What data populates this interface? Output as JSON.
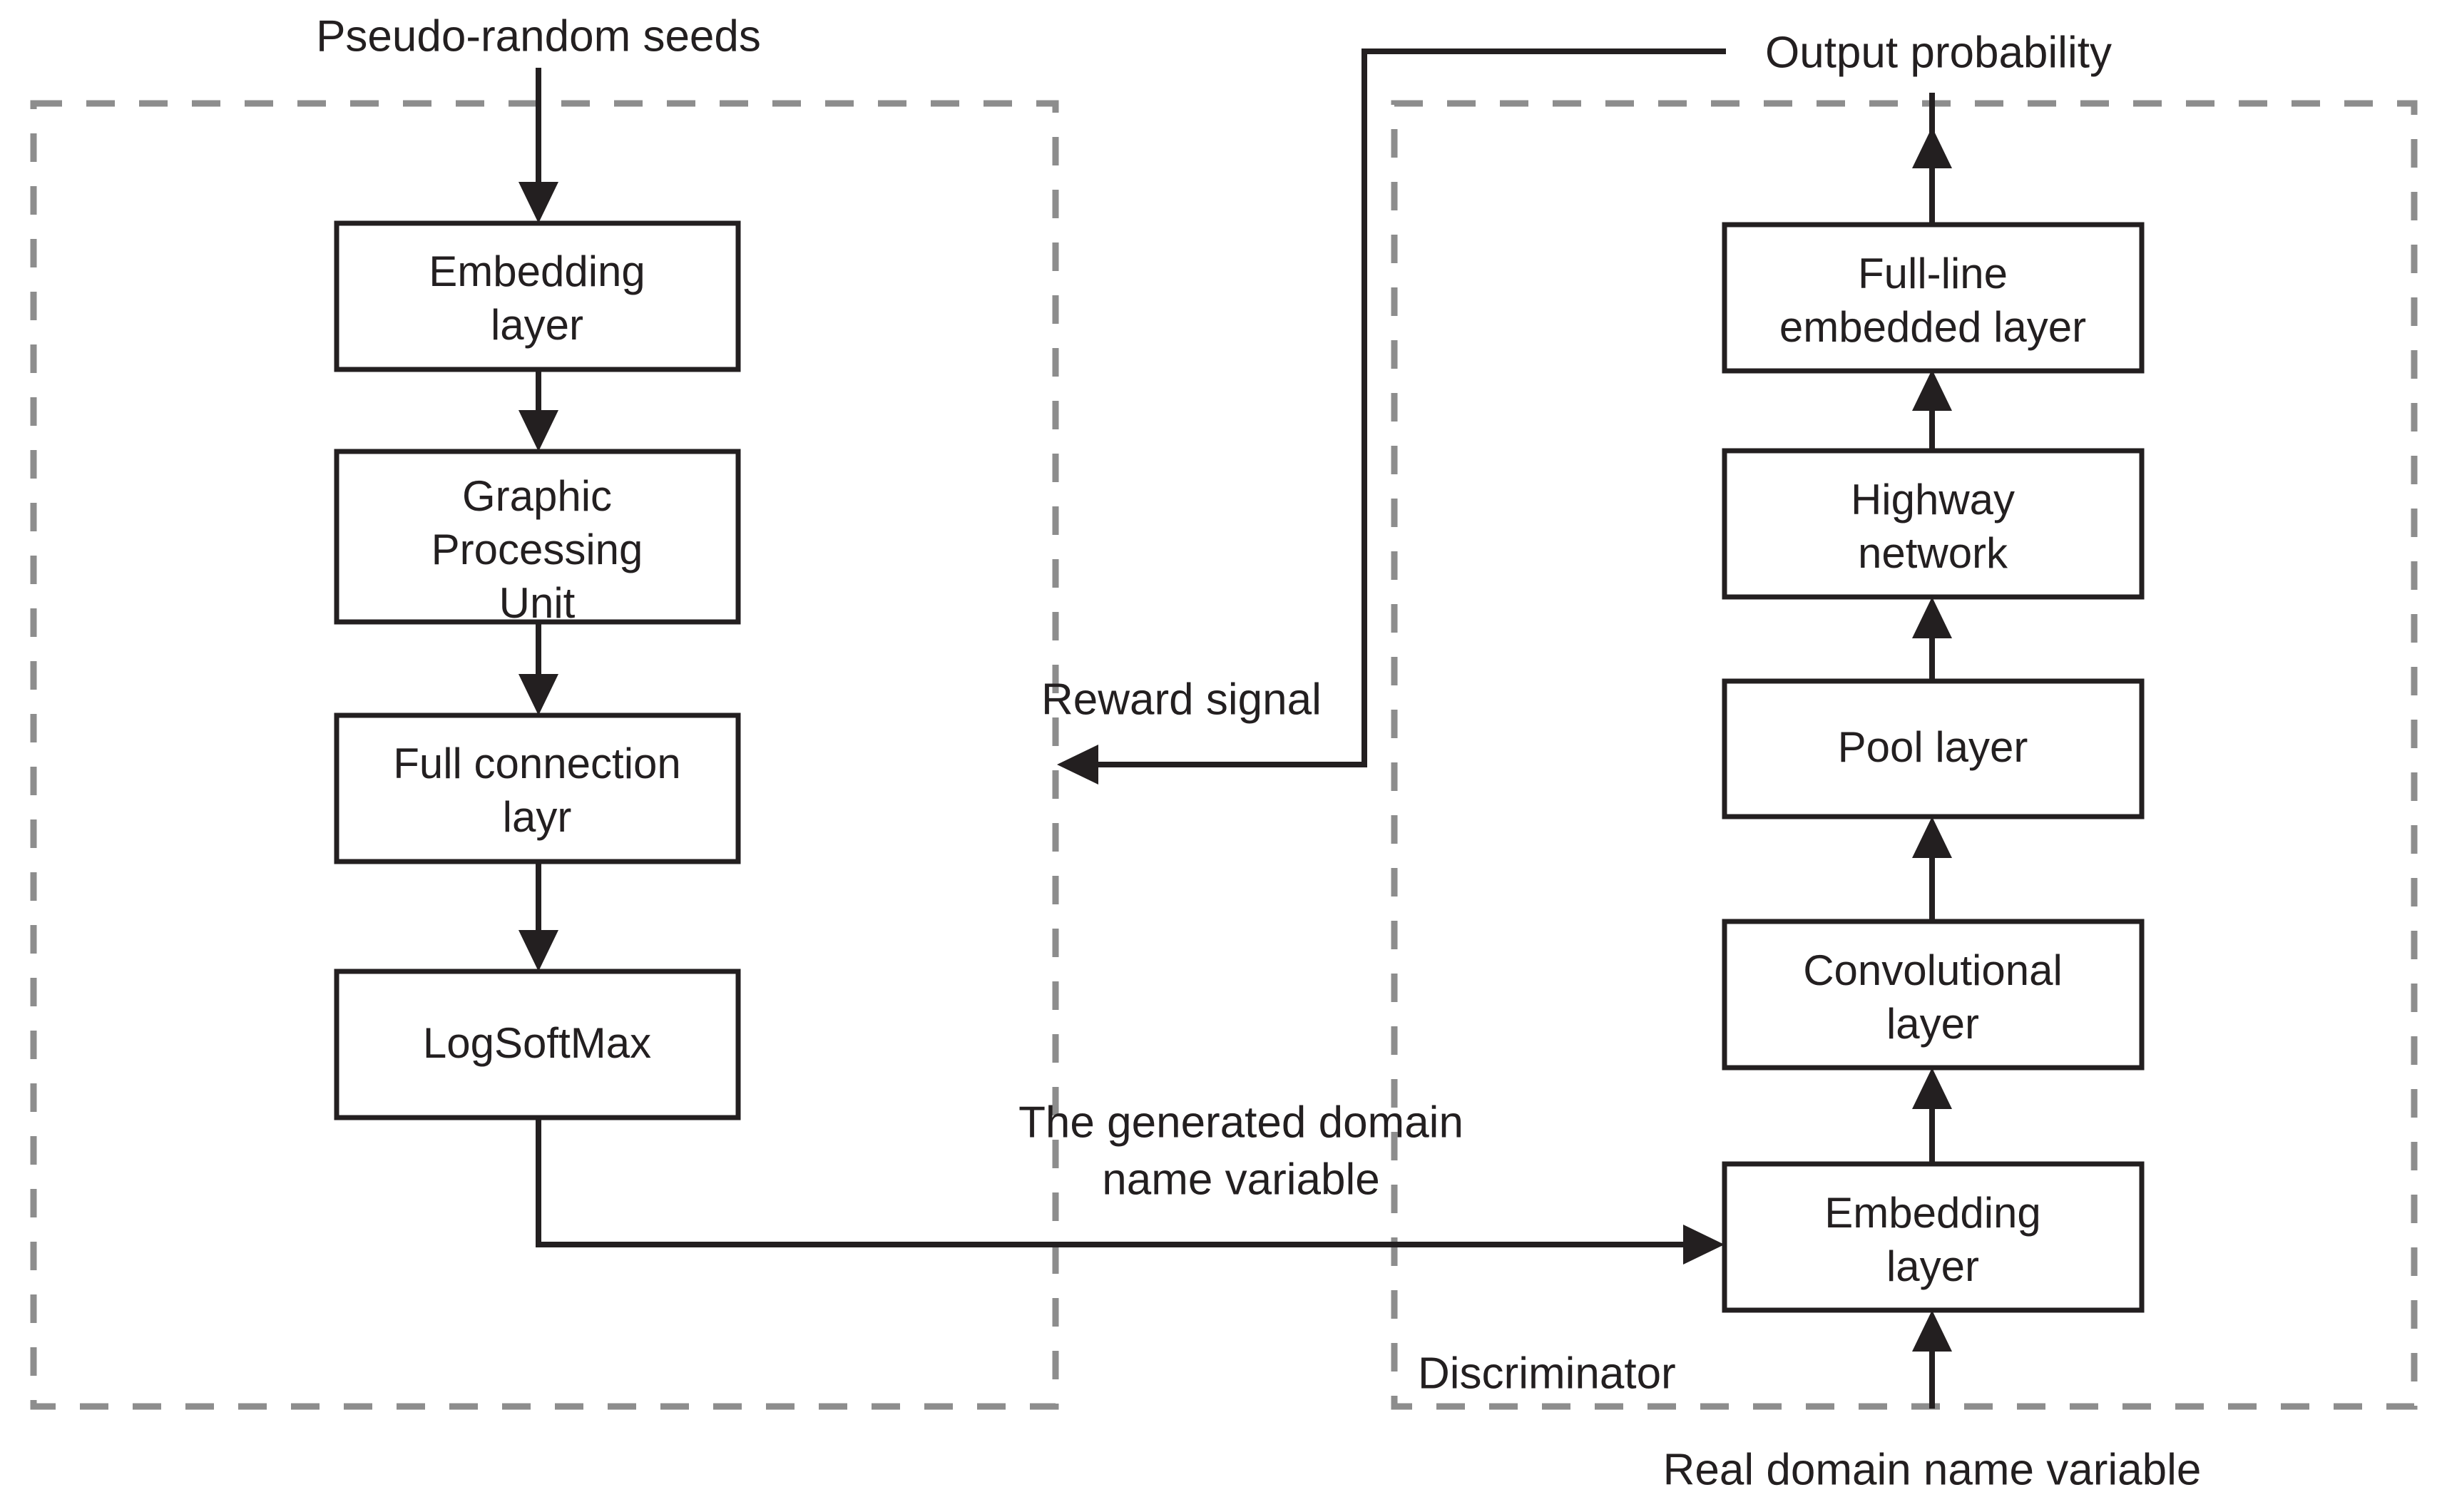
{
  "diagram": {
    "title": "GAN architecture for domain name generation",
    "colors": {
      "box_stroke": "#231f20",
      "group_stroke": "#8d8d8d",
      "background": "#ffffff",
      "text": "#231f20"
    },
    "groups": [
      {
        "id": "generator-group",
        "label": ""
      },
      {
        "id": "discriminator-group",
        "label": "Discriminator"
      }
    ],
    "generator": {
      "input_label": "Pseudo-random seeds",
      "blocks": [
        {
          "id": "gen-embedding",
          "lines": [
            "Embedding",
            "layer"
          ]
        },
        {
          "id": "gen-gpu",
          "lines": [
            "Graphic",
            "Processing",
            "Unit"
          ]
        },
        {
          "id": "gen-fc",
          "lines": [
            "Full connection",
            "layr"
          ]
        },
        {
          "id": "gen-logsoftmax",
          "lines": [
            "LogSoftMax"
          ]
        }
      ]
    },
    "discriminator": {
      "group_label": "Discriminator",
      "input_label": "Real domain name variable",
      "output_label": "Output probability",
      "blocks": [
        {
          "id": "disc-fullline",
          "lines": [
            "Full-line",
            "embedded layer"
          ]
        },
        {
          "id": "disc-highway",
          "lines": [
            "Highway",
            "network"
          ]
        },
        {
          "id": "disc-pool",
          "lines": [
            "Pool layer"
          ]
        },
        {
          "id": "disc-conv",
          "lines": [
            "Convolutional",
            "layer"
          ]
        },
        {
          "id": "disc-embedding",
          "lines": [
            "Embedding",
            "layer"
          ]
        }
      ]
    },
    "edges": [
      {
        "id": "edge-reward",
        "label": "Reward signal"
      },
      {
        "id": "edge-generated",
        "lines": [
          "The generated domain",
          "name variable"
        ]
      }
    ],
    "labels": {
      "pseudo_random_seeds": "Pseudo-random seeds",
      "output_probability": "Output probability",
      "reward_signal": "Reward signal",
      "generated_domain_line1": "The generated domain",
      "generated_domain_line2": "name variable",
      "discriminator": "Discriminator",
      "real_domain": "Real domain name variable",
      "gen_embedding_l1": "Embedding",
      "gen_embedding_l2": "layer",
      "gen_gpu_l1": "Graphic",
      "gen_gpu_l2": "Processing",
      "gen_gpu_l3": "Unit",
      "gen_fc_l1": "Full connection",
      "gen_fc_l2": "layr",
      "gen_logsoftmax": "LogSoftMax",
      "disc_fullline_l1": "Full-line",
      "disc_fullline_l2": "embedded layer",
      "disc_highway_l1": "Highway",
      "disc_highway_l2": "network",
      "disc_pool": "Pool layer",
      "disc_conv_l1": "Convolutional",
      "disc_conv_l2": "layer",
      "disc_embedding_l1": "Embedding",
      "disc_embedding_l2": "layer"
    }
  }
}
